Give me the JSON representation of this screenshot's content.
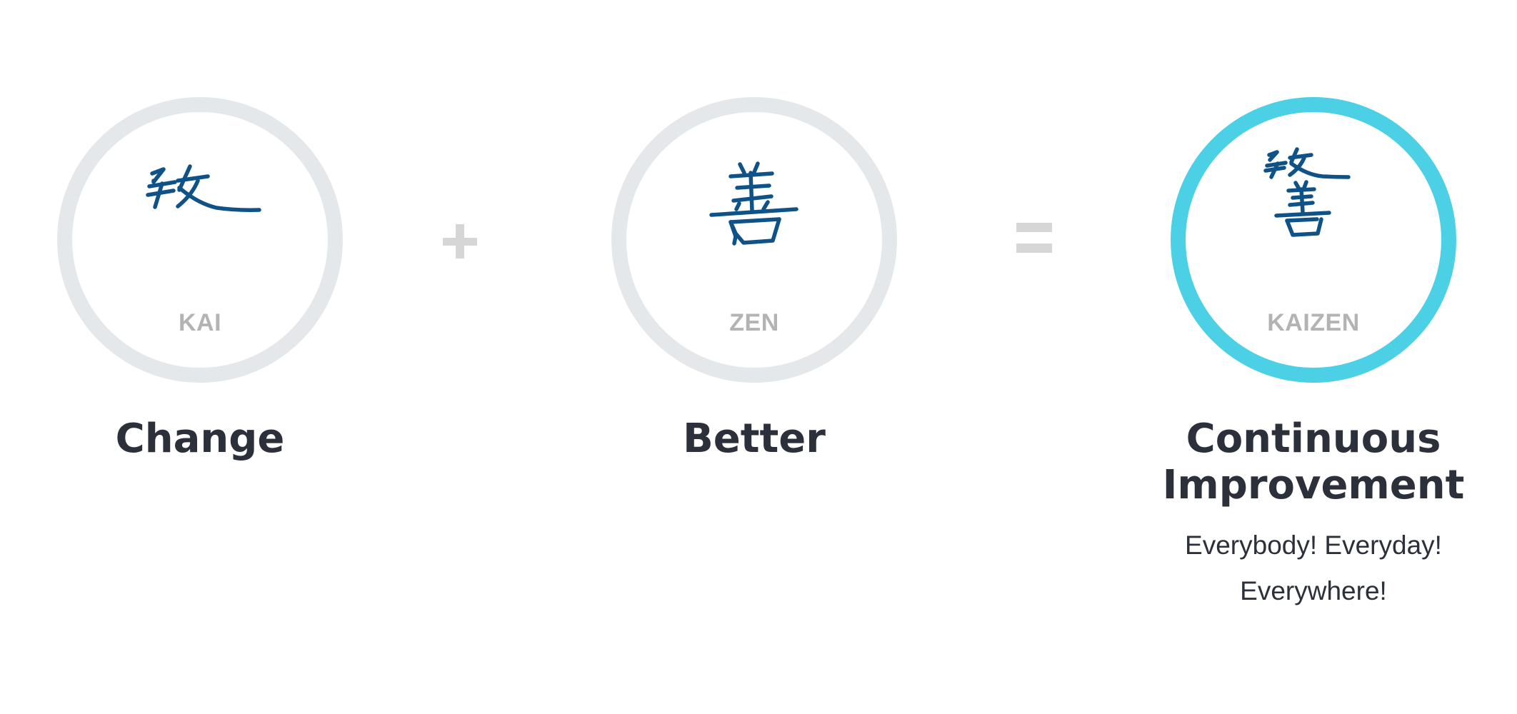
{
  "concepts": [
    {
      "label": "KAI",
      "title": "Change",
      "glyph_icon": "kai-kanji-icon",
      "ring_color": "#e5e8eb"
    },
    {
      "label": "ZEN",
      "title": "Better",
      "glyph_icon": "zen-kanji-icon",
      "ring_color": "#e5e8eb"
    },
    {
      "label": "KAIZEN",
      "title_line1": "Continuous",
      "title_line2": "Improvement",
      "tagline_line1": "Everybody! Everyday!",
      "tagline_line2": "Everywhere!",
      "glyph_icon": "kaizen-kanji-icon",
      "ring_color": "#4bd0e5"
    }
  ],
  "operators": {
    "plus_icon": "plus-icon",
    "equals_icon": "equals-icon"
  },
  "colors": {
    "ring_neutral": "#e5e8eb",
    "ring_accent": "#4bd0e5",
    "glyph_stroke": "#0e5287",
    "label_gray": "#b3b3b3",
    "operator_gray": "#d6d6d6",
    "heading_dark": "#2b303b"
  }
}
